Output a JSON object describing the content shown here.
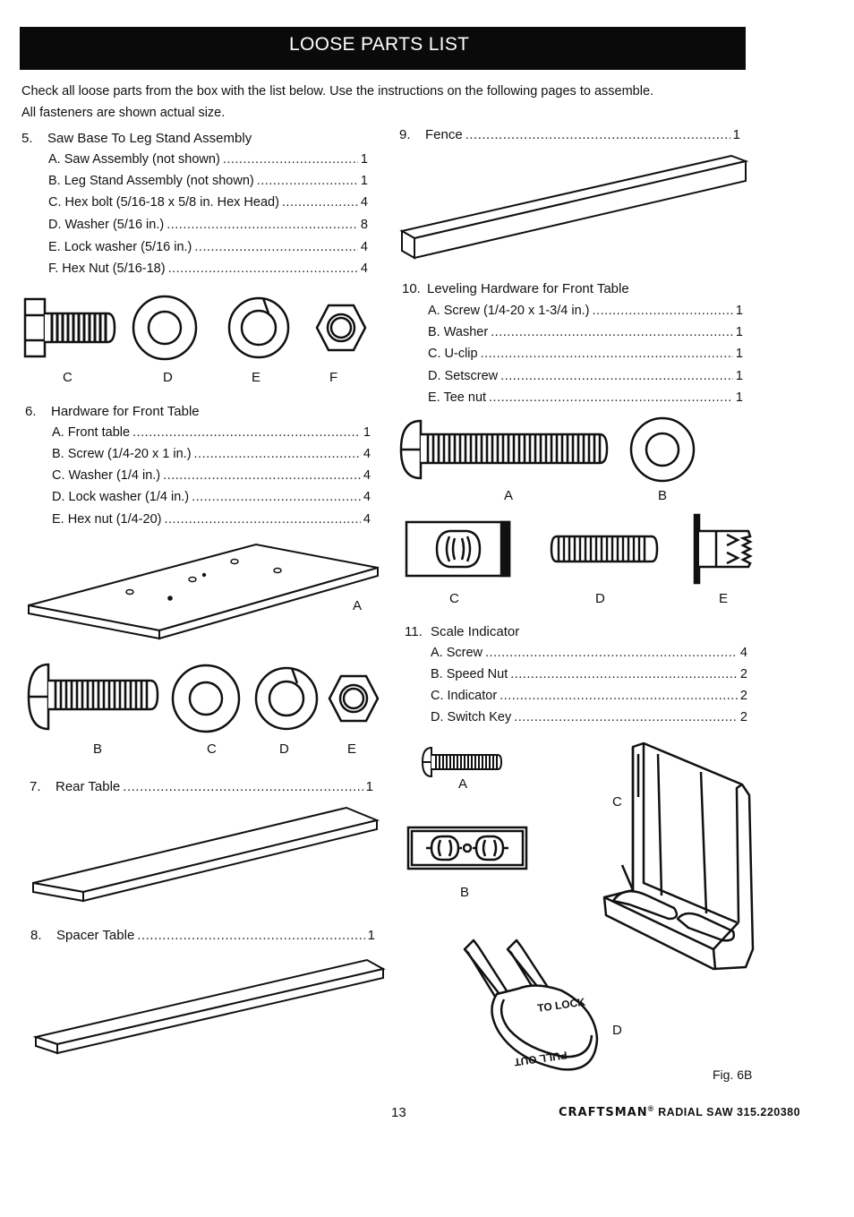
{
  "header": {
    "title": "LOOSE PARTS LIST"
  },
  "intro": {
    "line1": "Check all loose parts from the box with the list below. Use the instructions on the following pages to assemble.",
    "line2": "All fasteners are shown actual size."
  },
  "sections": {
    "s5": {
      "num": "5.",
      "title": "Saw Base To Leg Stand Assembly",
      "items": [
        {
          "label": "A. Saw Assembly (not shown)",
          "qty": "1"
        },
        {
          "label": "B. Leg Stand Assembly (not shown)",
          "qty": "1"
        },
        {
          "label": "C. Hex bolt (5/16-18 x 5/8 in. Hex Head)",
          "qty": "4"
        },
        {
          "label": "D. Washer (5/16 in.)",
          "qty": "8"
        },
        {
          "label": "E. Lock washer (5/16 in.)",
          "qty": "4"
        },
        {
          "label": "F. Hex Nut (5/16-18)",
          "qty": "4"
        }
      ],
      "fig_labels": [
        "C",
        "D",
        "E",
        "F"
      ]
    },
    "s6": {
      "num": "6.",
      "title": "Hardware for Front Table",
      "items": [
        {
          "label": "A. Front table",
          "qty": "1"
        },
        {
          "label": "B. Screw (1/4-20 x 1 in.)",
          "qty": "4"
        },
        {
          "label": "C. Washer (1/4 in.)",
          "qty": "4"
        },
        {
          "label": "D. Lock washer (1/4 in.)",
          "qty": "4"
        },
        {
          "label": "E. Hex nut (1/4-20)",
          "qty": "4"
        }
      ],
      "fig_labels": [
        "A",
        "B",
        "C",
        "D",
        "E"
      ]
    },
    "s7": {
      "num": "7.",
      "label": "Rear Table",
      "qty": "1"
    },
    "s8": {
      "num": "8.",
      "label": "Spacer Table",
      "qty": "1"
    },
    "s9": {
      "num": "9.",
      "label": "Fence",
      "qty": "1"
    },
    "s10": {
      "num": "10.",
      "title": "Leveling Hardware for Front Table",
      "items": [
        {
          "label": "A. Screw (1/4-20 x 1-3/4 in.)",
          "qty": "1"
        },
        {
          "label": "B. Washer",
          "qty": "1"
        },
        {
          "label": "C. U-clip",
          "qty": "1"
        },
        {
          "label": "D. Setscrew",
          "qty": "1"
        },
        {
          "label": "E. Tee nut",
          "qty": "1"
        }
      ],
      "fig_labels": [
        "A",
        "B",
        "C",
        "D",
        "E"
      ]
    },
    "s11": {
      "num": "11.",
      "title": "Scale Indicator",
      "items": [
        {
          "label": "A. Screw",
          "qty": "4"
        },
        {
          "label": "B. Speed Nut",
          "qty": "2"
        },
        {
          "label": "C. Indicator",
          "qty": "2"
        },
        {
          "label": "D. Switch Key",
          "qty": "2"
        }
      ],
      "fig_labels": [
        "A",
        "B",
        "C",
        "D"
      ],
      "key_text_top": "TO LOCK",
      "key_text_bottom": "PULL OUT"
    }
  },
  "figure_caption": "Fig. 6B",
  "footer": {
    "page_number": "13",
    "brand": "CRAFTSMAN",
    "brand_mark": "®",
    "model": "RADIAL SAW 315.220380"
  }
}
